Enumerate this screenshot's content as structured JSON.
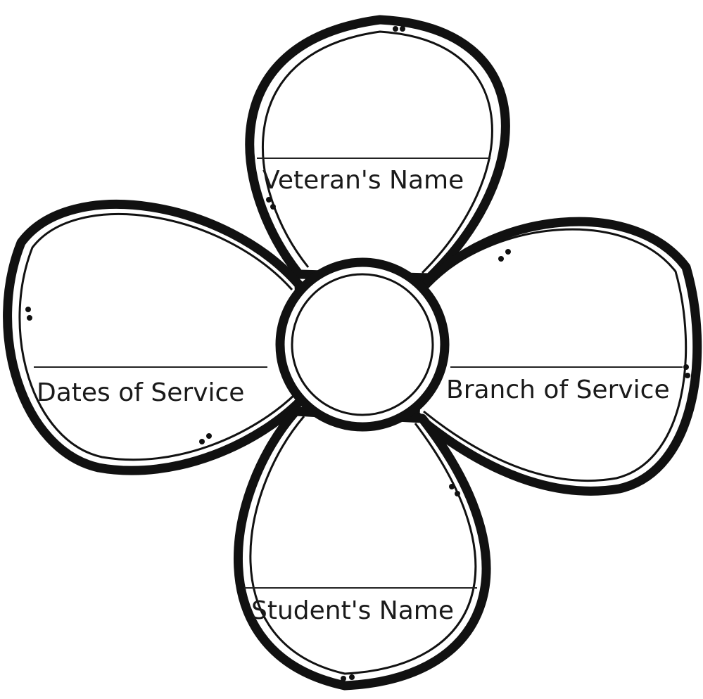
{
  "petals": {
    "top": {
      "label": "Veteran's Name"
    },
    "left": {
      "label": "Dates of Service"
    },
    "right": {
      "label": "Branch of Service"
    },
    "bottom": {
      "label": "Student's Name"
    }
  },
  "colors": {
    "ink": "#111111",
    "background": "#ffffff"
  }
}
